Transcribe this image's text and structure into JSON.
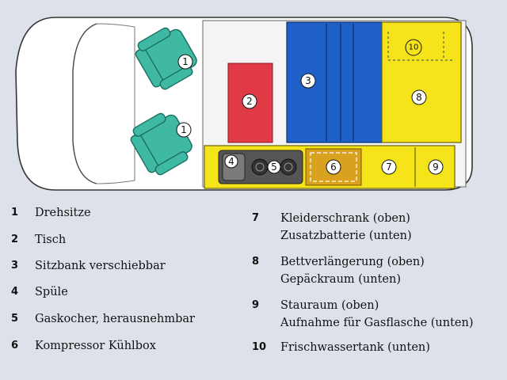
{
  "labels": {
    "swivel_seat_a": "1",
    "swivel_seat_b": "1",
    "table": "2",
    "bench": "3",
    "sink": "4",
    "stove": "5",
    "fridge": "6",
    "wardrobe": "7",
    "bed_ext": "8",
    "storage": "9",
    "water_tank": "10"
  },
  "legend_left": [
    {
      "num": "1",
      "lines": [
        "Drehsitze"
      ]
    },
    {
      "num": "2",
      "lines": [
        "Tisch"
      ]
    },
    {
      "num": "3",
      "lines": [
        "Sitzbank verschiebbar"
      ]
    },
    {
      "num": "4",
      "lines": [
        "Spüle"
      ]
    },
    {
      "num": "5",
      "lines": [
        "Gaskocher, herausnehmbar"
      ]
    },
    {
      "num": "6",
      "lines": [
        "Kompressor Kühlbox"
      ]
    }
  ],
  "legend_right": [
    {
      "num": "7",
      "lines": [
        "Kleiderschrank (oben)",
        "Zusatzbatterie (unten)"
      ]
    },
    {
      "num": "8",
      "lines": [
        "Bettverlängerung (oben)",
        "Gepäckraum (unten)"
      ]
    },
    {
      "num": "9",
      "lines": [
        "Stauraum (oben)",
        "Aufnahme für Gasflasche (unten)"
      ]
    },
    {
      "num": "10",
      "lines": [
        "Frischwassertank (unten)"
      ]
    }
  ],
  "colors": {
    "seat": "#3fb8a4",
    "table": "#e03a46",
    "bench": "#1f5fc8",
    "yellow": "#f5e419",
    "fridge": "#d9a21e",
    "sink": "#4a4a4a",
    "van": "#ffffff"
  }
}
